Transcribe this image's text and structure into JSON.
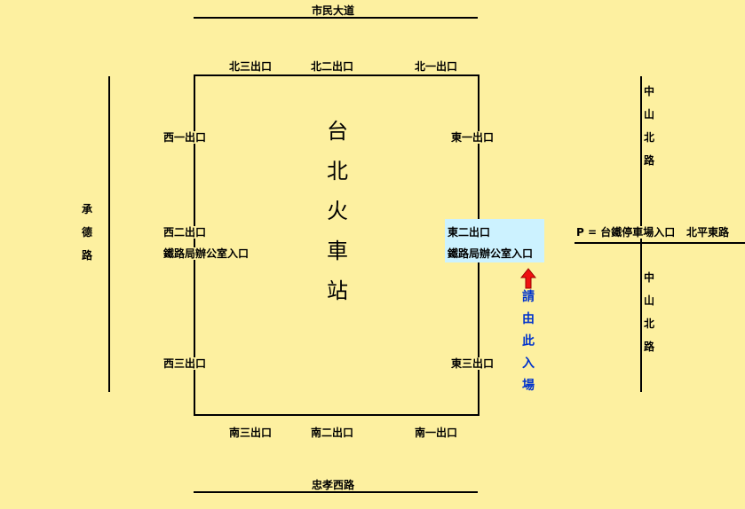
{
  "colors": {
    "background": "#fdf0a0",
    "highlight": "#ccf2ff",
    "arrow": "#ee1111",
    "note": "#0033cc"
  },
  "roads": {
    "north": "市民大道",
    "south": "忠孝西路",
    "west": [
      "承",
      "德",
      "路"
    ],
    "east_upper": [
      "中",
      "山",
      "北",
      "路"
    ],
    "east_lower": [
      "中",
      "山",
      "北",
      "路"
    ],
    "beiping": "北平東路",
    "parking": "P = 台鐵停車場入口"
  },
  "station": {
    "name": [
      "台",
      "北",
      "火",
      "車",
      "站"
    ]
  },
  "exits": {
    "north3": "北三出口",
    "north2": "北二出口",
    "north1": "北一出口",
    "west1": "西一出口",
    "west2": "西二出口",
    "west_office": "鐵路局辦公室入口",
    "west3": "西三出口",
    "east1": "東一出口",
    "east2": "東二出口",
    "east_office": "鐵路局辦公室入口",
    "east3": "東三出口",
    "south3": "南三出口",
    "south2": "南二出口",
    "south1": "南一出口"
  },
  "entry_note": [
    "請",
    "由",
    "此",
    "入",
    "場"
  ]
}
